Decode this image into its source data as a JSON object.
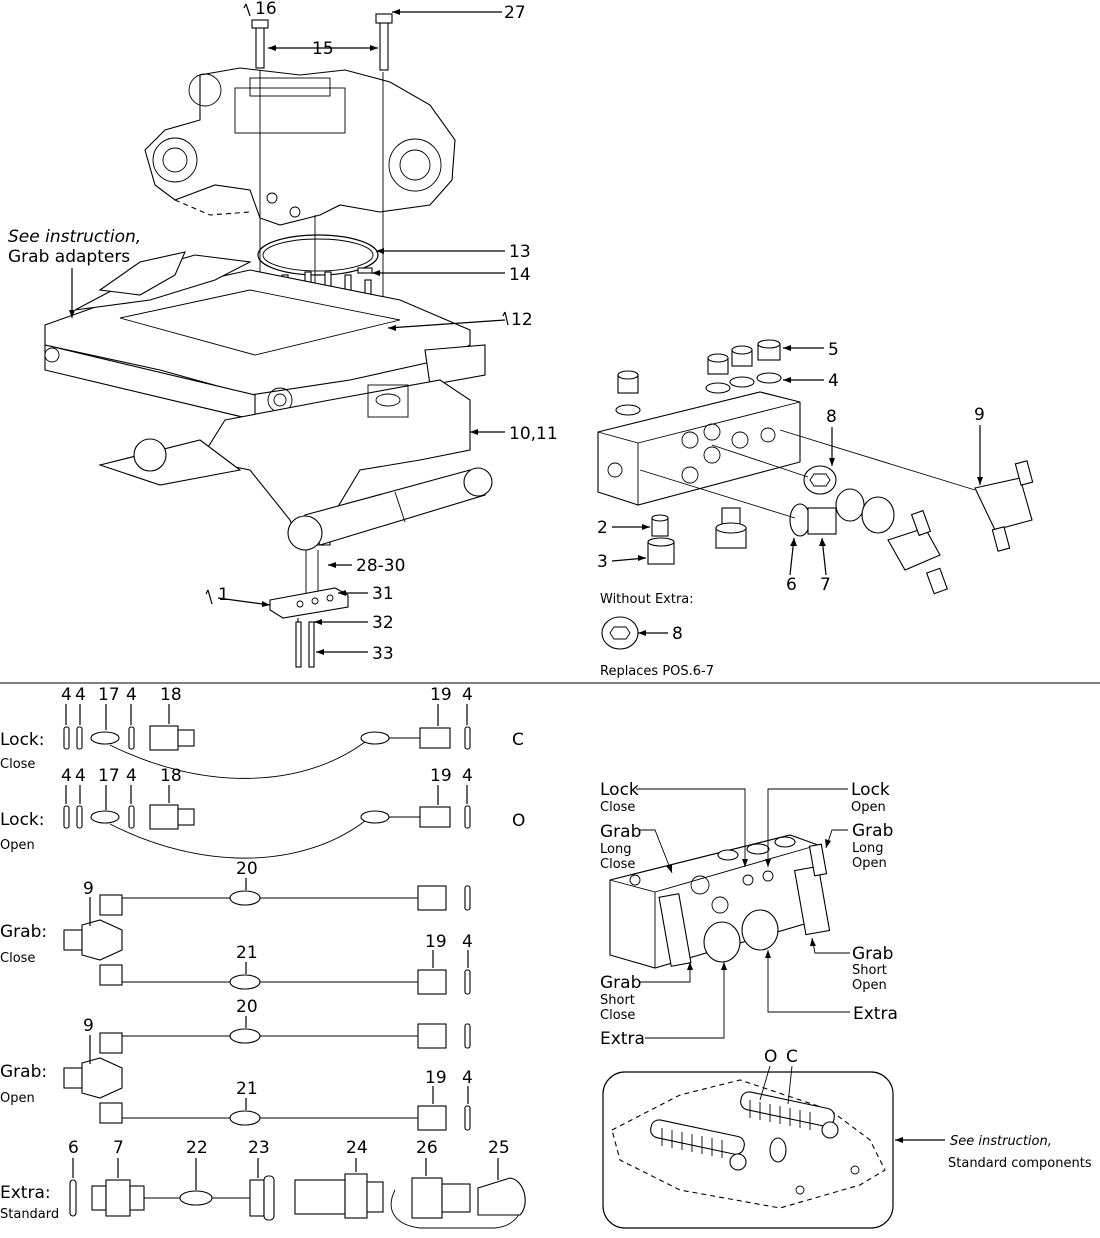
{
  "top_main": {
    "callouts": [
      "16",
      "27",
      "15",
      "13",
      "14",
      "12",
      "10,11",
      "28-30",
      "1",
      "31",
      "32",
      "33"
    ],
    "note_line1": "See instruction,",
    "note_line2": "Grab adapters"
  },
  "valve_block": {
    "callouts": [
      "5",
      "4",
      "8",
      "9",
      "2",
      "3",
      "6",
      "7",
      "8"
    ],
    "without_extra": "Without Extra:",
    "replaces": "Replaces POS.6-7"
  },
  "hose_rows": [
    {
      "title": "Lock:",
      "sub": "Close",
      "end": "C",
      "nums": [
        "4",
        "4",
        "17",
        "4",
        "18",
        "19",
        "4"
      ]
    },
    {
      "title": "Lock:",
      "sub": "Open",
      "end": "O",
      "nums": [
        "4",
        "4",
        "17",
        "4",
        "18",
        "19",
        "4"
      ]
    },
    {
      "title": "Grab:",
      "sub": "Close",
      "nums": [
        "9",
        "20",
        "21",
        "19",
        "4"
      ]
    },
    {
      "title": "Grab:",
      "sub": "Open",
      "nums": [
        "9",
        "20",
        "21",
        "19",
        "4"
      ]
    },
    {
      "title": "Extra:",
      "sub": "Standard",
      "nums": [
        "6",
        "7",
        "22",
        "23",
        "24",
        "26",
        "25"
      ]
    }
  ],
  "port_block": {
    "lock_close": [
      "Lock",
      "Close"
    ],
    "lock_open": [
      "Lock",
      "Open"
    ],
    "grab_long_close": [
      "Grab",
      "Long",
      "Close"
    ],
    "grab_long_open": [
      "Grab",
      "Long",
      "Open"
    ],
    "grab_short_open": [
      "Grab",
      "Short",
      "Open"
    ],
    "grab_short_close": [
      "Grab",
      "Short",
      "Close"
    ],
    "extra_right": "Extra",
    "extra_left": "Extra"
  },
  "standard_box": {
    "letters": [
      "O",
      "C"
    ],
    "note_line1": "See instruction,",
    "note_line2": "Standard components"
  }
}
